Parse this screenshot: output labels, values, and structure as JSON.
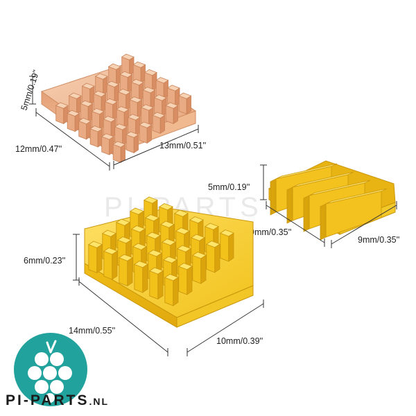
{
  "watermark": "PI-PARTS",
  "dimensions": {
    "copper_height": "5mm/0.19''",
    "copper_length": "12mm/0.47''",
    "copper_width": "13mm/0.51''",
    "small_gold_height": "5mm/0.19''",
    "small_gold_length": "9mm/0.35''",
    "small_gold_width": "9mm/0.35''",
    "large_gold_height": "6mm/0.23''",
    "large_gold_length": "14mm/0.55''",
    "large_gold_width": "10mm/0.39''"
  },
  "brand": {
    "name": "PI-PARTS",
    "suffix": ".NL"
  },
  "colors": {
    "copper": "#e3a47c",
    "gold": "#f1c21b",
    "logo_teal": "#22a29c"
  },
  "icons": {
    "logo": "raspberry-logo-icon"
  }
}
